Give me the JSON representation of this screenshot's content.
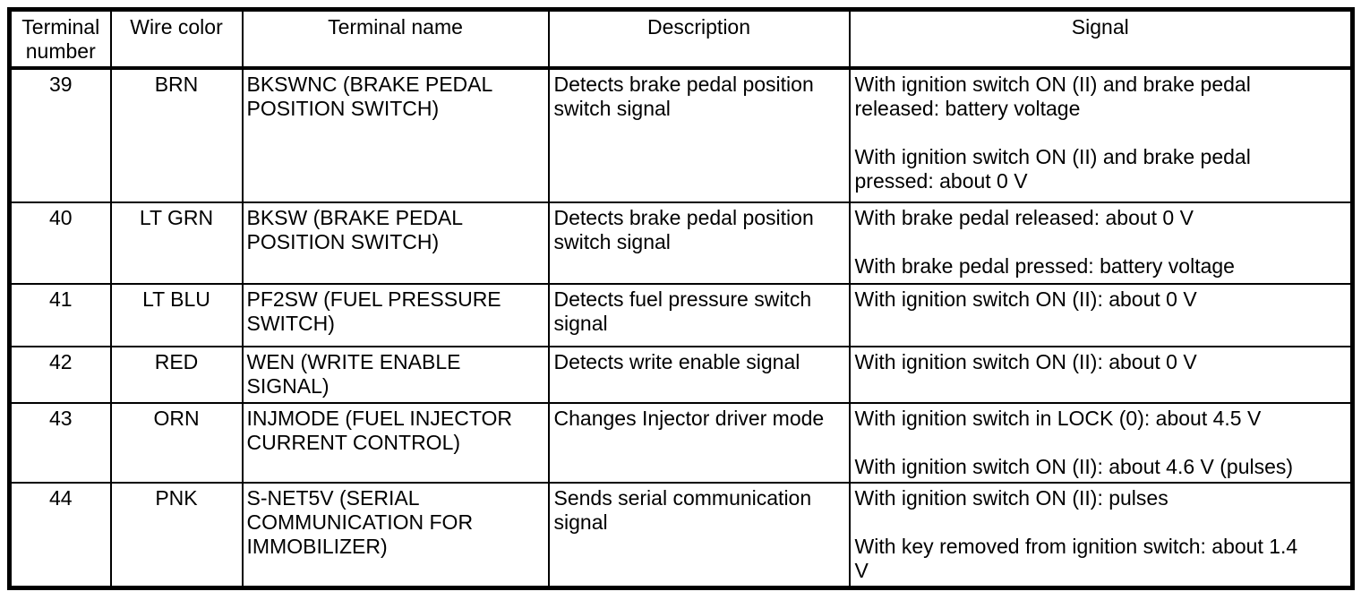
{
  "page": {
    "background_color": "#ffffff",
    "text_color": "#000000",
    "border_color": "#000000"
  },
  "table": {
    "headers": [
      {
        "key": "terminal_number",
        "label": "Terminal number"
      },
      {
        "key": "wire_color",
        "label": "Wire color"
      },
      {
        "key": "terminal_name",
        "label": "Terminal name"
      },
      {
        "key": "description",
        "label": "Description"
      },
      {
        "key": "signal",
        "label": "Signal"
      }
    ],
    "rows": [
      {
        "terminal_number": "39",
        "wire_color": "BRN",
        "terminal_name": "BKSWNC (BRAKE PEDAL POSITION SWITCH)",
        "description": "Detects brake pedal position switch signal",
        "signal": [
          "With ignition switch ON (II) and brake pedal released: battery voltage",
          "With ignition switch ON (II) and brake pedal pressed: about 0 V"
        ]
      },
      {
        "terminal_number": "40",
        "wire_color": "LT GRN",
        "terminal_name": "BKSW (BRAKE PEDAL POSITION SWITCH)",
        "description": "Detects brake pedal position switch signal",
        "signal": [
          "With brake pedal released: about 0 V",
          "With brake pedal pressed: battery voltage"
        ]
      },
      {
        "terminal_number": "41",
        "wire_color": "LT BLU",
        "terminal_name": "PF2SW (FUEL PRESSURE SWITCH)",
        "description": "Detects fuel pressure switch signal",
        "signal": [
          "With ignition switch ON (II): about 0 V"
        ]
      },
      {
        "terminal_number": "42",
        "wire_color": "RED",
        "terminal_name": "WEN (WRITE ENABLE SIGNAL)",
        "description": "Detects write enable signal",
        "signal": [
          "With ignition switch ON (II): about 0 V"
        ]
      },
      {
        "terminal_number": "43",
        "wire_color": "ORN",
        "terminal_name": "INJMODE (FUEL INJECTOR CURRENT CONTROL)",
        "description": "Changes Injector driver mode",
        "signal": [
          "With ignition switch in LOCK (0): about 4.5 V",
          "With ignition switch ON (II): about 4.6 V (pulses)"
        ]
      },
      {
        "terminal_number": "44",
        "wire_color": "PNK",
        "terminal_name": "S-NET5V (SERIAL COMMUNICATION FOR IMMOBILIZER)",
        "description": "Sends serial communication signal",
        "signal": [
          "With ignition switch ON (II): pulses",
          "With key removed from ignition switch: about 1.4 V"
        ]
      }
    ]
  }
}
